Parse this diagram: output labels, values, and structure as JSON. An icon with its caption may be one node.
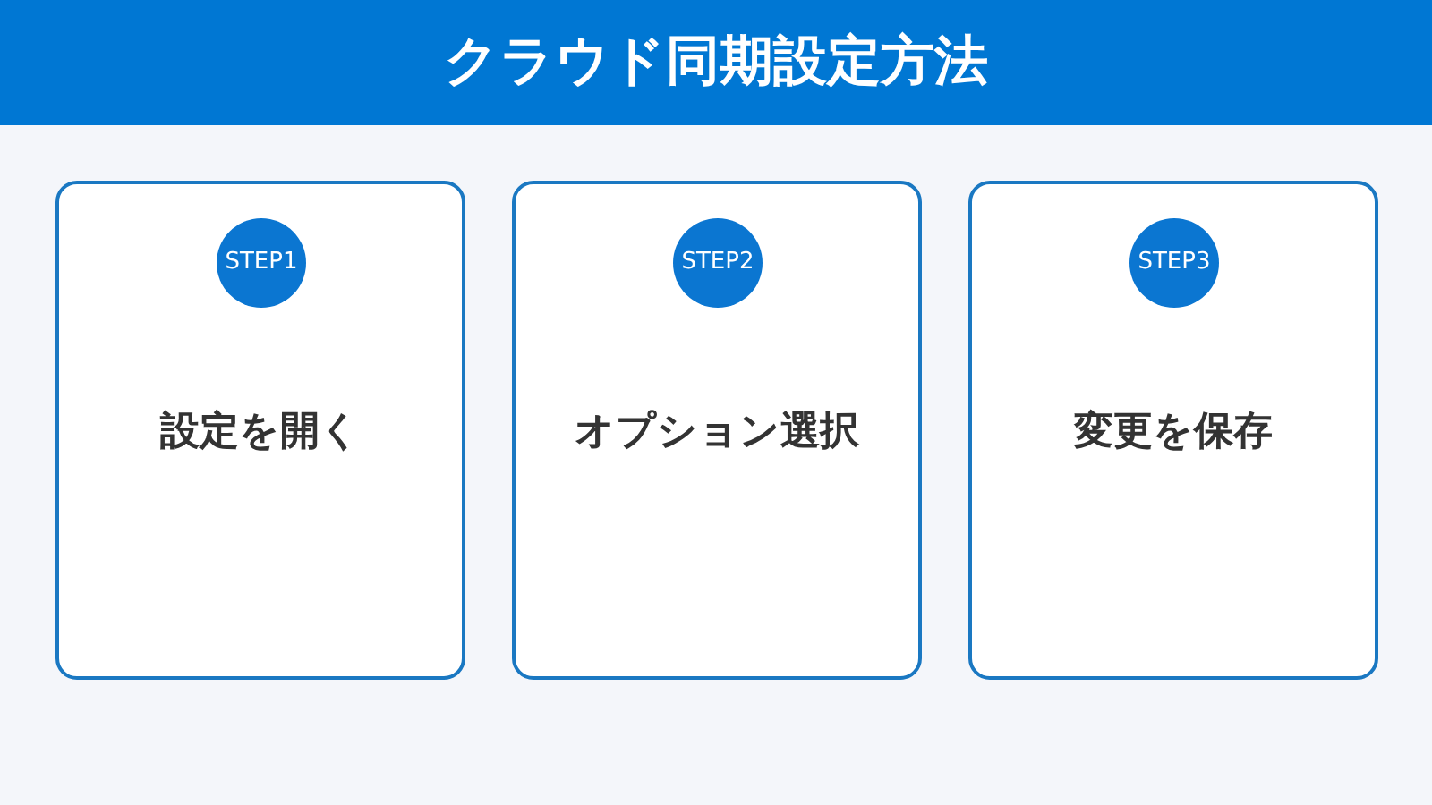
{
  "diagram": {
    "title": "クラウド同期設定方法",
    "nodes": [
      {
        "text": [
          "設定を開く"
        ]
      },
      {
        "text": [
          "STEP1"
        ],
        "in": 0
      },
      {
        "text": [
          "オプション選択"
        ]
      },
      {
        "text": [
          "STEP2"
        ],
        "in": 2
      },
      {
        "text": [
          "変更を保存"
        ]
      },
      {
        "text": [
          "STEP3"
        ],
        "in": 4
      }
    ]
  }
}
